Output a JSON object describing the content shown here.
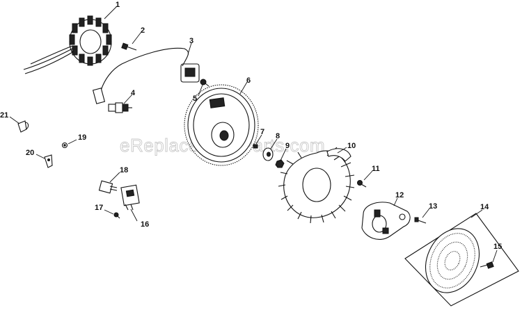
{
  "watermark": "eReplacementParts.com",
  "callouts": {
    "p1": "1",
    "p2": "2",
    "p3": "3",
    "p4": "4",
    "p5": "5",
    "p6": "6",
    "p7": "7",
    "p8": "8",
    "p9": "9",
    "p10": "10",
    "p11": "11",
    "p12": "12",
    "p13": "13",
    "p14": "14",
    "p15": "15",
    "p16": "16",
    "p17": "17",
    "p18": "18",
    "p19": "19",
    "p20": "20",
    "p21": "21"
  }
}
